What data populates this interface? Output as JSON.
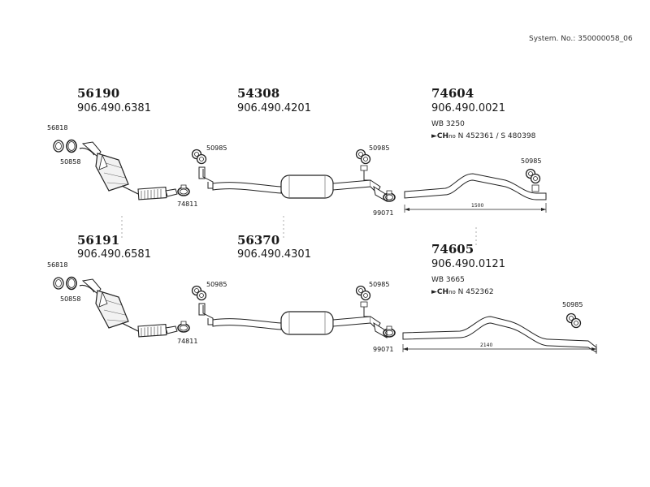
{
  "system_no": "System. No.: 350000058_06",
  "groups": {
    "g1": {
      "number": "56190",
      "oe": "906.490.6381"
    },
    "g2": {
      "number": "54308",
      "oe": "906.490.4201"
    },
    "g3": {
      "number": "74604",
      "oe": "906.490.0021",
      "wb": "WB 3250",
      "ch_prefix": "CH",
      "ch_no": "no",
      "ch_text": " N 452361 / S 480398"
    },
    "g4": {
      "number": "56191",
      "oe": "906.490.6581"
    },
    "g5": {
      "number": "56370",
      "oe": "906.490.4301"
    },
    "g6": {
      "number": "74605",
      "oe": "906.490.0121",
      "wb": "WB 3665",
      "ch_prefix": "CH",
      "ch_no": "no",
      "ch_text": " N 452362"
    }
  },
  "refs": {
    "ring": "56818",
    "gasket": "50858",
    "clamp_front": "74811",
    "hanger": "50985",
    "clamp_rear": "99071"
  },
  "dimensions": {
    "top": "1500",
    "bottom": "2140"
  }
}
